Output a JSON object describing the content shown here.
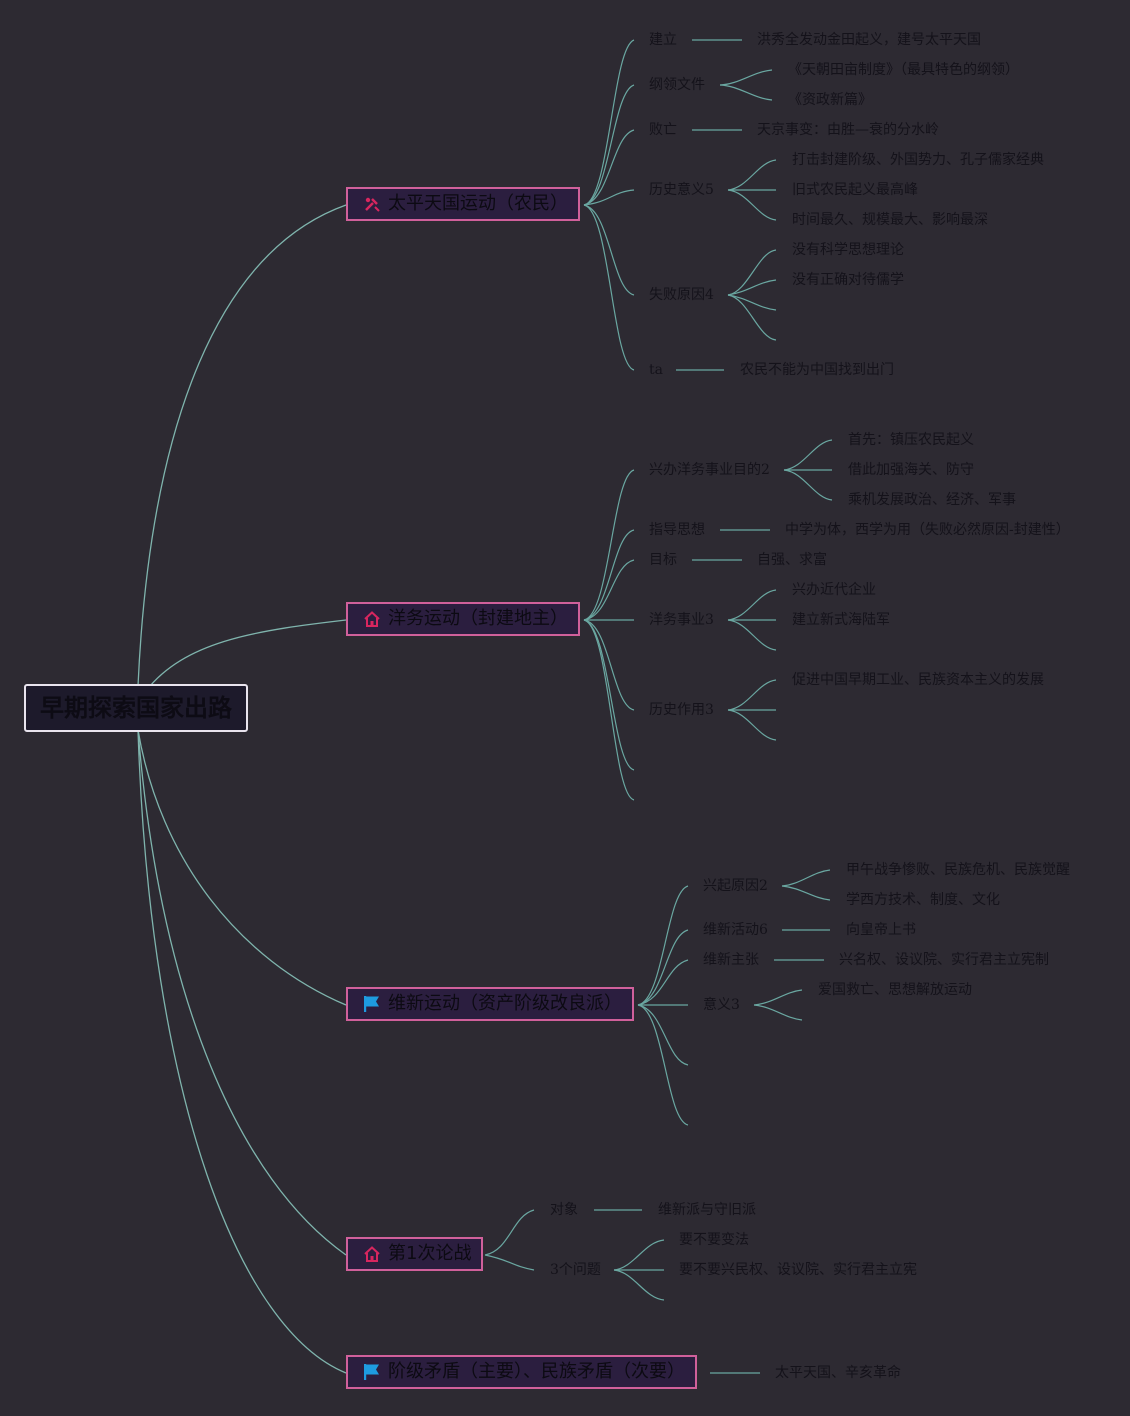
{
  "root": {
    "label": "早期探索国家出路"
  },
  "branches": [
    {
      "label": "太平天国运动（农民）",
      "icon": "tools-icon",
      "children": [
        {
          "label": "建立",
          "items": [
            "洪秀全发动金田起义，建号太平天国"
          ]
        },
        {
          "label": "纲领文件",
          "items": [
            "《天朝田亩制度》（最具特色的纲领）",
            "《资政新篇》"
          ]
        },
        {
          "label": "败亡",
          "items": [
            "天京事变：由胜—衰的分水岭"
          ]
        },
        {
          "label": "历史意义5",
          "items": [
            "打击封建阶级、外国势力、孔子儒家经典",
            "旧式农民起义最高峰",
            "时间最久、规模最大、影响最深"
          ]
        },
        {
          "label": "失败原因4",
          "items": [
            "没有科学思想理论",
            "没有正确对待儒学"
          ]
        },
        {
          "label": "ta",
          "items": [
            "农民不能为中国找到出门"
          ]
        }
      ]
    },
    {
      "label": "洋务运动（封建地主）",
      "icon": "house-icon",
      "children": [
        {
          "label": "兴办洋务事业目的2",
          "items": [
            "首先：镇压农民起义",
            "借此加强海关、防守",
            "乘机发展政治、经济、军事"
          ]
        },
        {
          "label": "指导思想",
          "items": [
            "中学为体，西学为用（失败必然原因-封建性）"
          ]
        },
        {
          "label": "目标",
          "items": [
            "自强、求富"
          ]
        },
        {
          "label": "洋务事业3",
          "items": [
            "兴办近代企业",
            "建立新式海陆军"
          ]
        },
        {
          "label": "历史作用3",
          "items": [
            "促进中国早期工业、民族资本主义的发展"
          ]
        }
      ]
    },
    {
      "label": "维新运动（资产阶级改良派）",
      "icon": "flag-icon",
      "children": [
        {
          "label": "兴起原因2",
          "items": [
            "甲午战争惨败、民族危机、民族觉醒",
            "学西方技术、制度、文化"
          ]
        },
        {
          "label": "维新活动6",
          "items": [
            "向皇帝上书"
          ]
        },
        {
          "label": "维新主张",
          "items": [
            "兴名权、设议院、实行君主立宪制"
          ]
        },
        {
          "label": "意义3",
          "items": [
            "爱国救亡、思想解放运动"
          ]
        }
      ]
    },
    {
      "label": "第1次论战",
      "icon": "house-icon",
      "children": [
        {
          "label": "对象",
          "items": [
            "维新派与守旧派"
          ]
        },
        {
          "label": "3个问题",
          "items": [
            "要不要变法",
            "要不要兴民权、设议院、实行君主立宪"
          ]
        }
      ]
    },
    {
      "label": "阶级矛盾（主要）、民族矛盾（次要）",
      "icon": "flag-icon",
      "items": [
        "太平天国、辛亥革命"
      ]
    }
  ],
  "colors": {
    "background": "#2d2a32",
    "link": "#6aa7a1",
    "branch_border": "#d0609b",
    "branch_fill": "#2b1e3f",
    "root_border": "#e9e4ee",
    "icon_red": "#d8265f",
    "icon_blue": "#1e9be0"
  }
}
